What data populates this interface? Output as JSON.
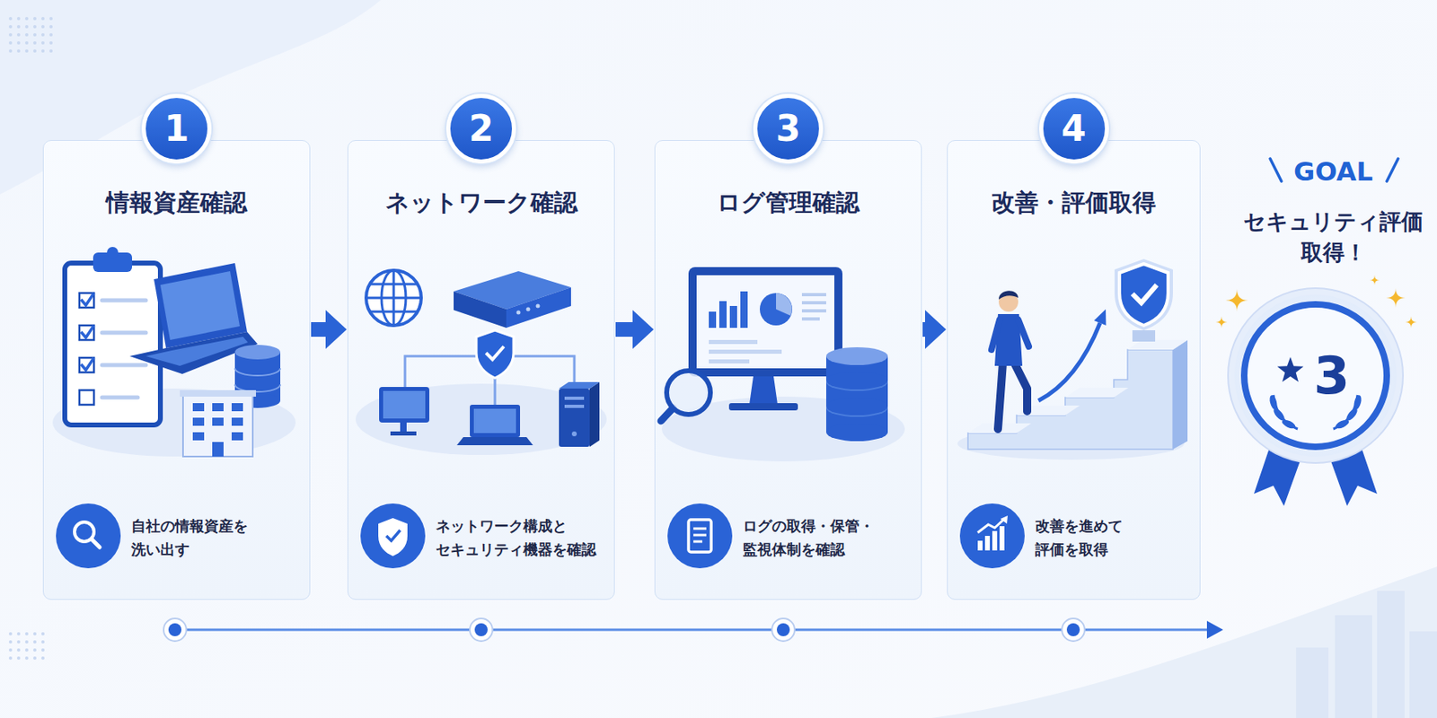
{
  "diagram": {
    "nodes": [
      {
        "text": [
          "情報資産確認",
          "自社の情報資産を 洗い出す"
        ]
      },
      {
        "text": [
          "1"
        ],
        "in": 0
      },
      {
        "text": [
          "ネットワーク確認",
          "ネットワーク構成と セキュリティ機器を確認"
        ]
      },
      {
        "text": [
          "2"
        ],
        "in": 2
      },
      {
        "text": [
          "ログ管理確認",
          "ログの取得・保管・ 監視体制を確認"
        ]
      },
      {
        "text": [
          "3"
        ],
        "in": 4
      },
      {
        "text": [
          "改善・評価取得",
          "改善を進めて 評価を取得"
        ]
      },
      {
        "text": [
          "4"
        ],
        "in": 6
      },
      {
        "text": [
          "3"
        ]
      }
    ],
    "edges": [
      {
        "from": 0,
        "to": 2,
        "arrow": "to"
      },
      {
        "from": 2,
        "to": 4,
        "arrow": "to"
      },
      {
        "from": 4,
        "to": 6,
        "arrow": "to"
      }
    ],
    "labels": [
      "GOAL",
      "セキュリティ評価 取得！"
    ]
  }
}
